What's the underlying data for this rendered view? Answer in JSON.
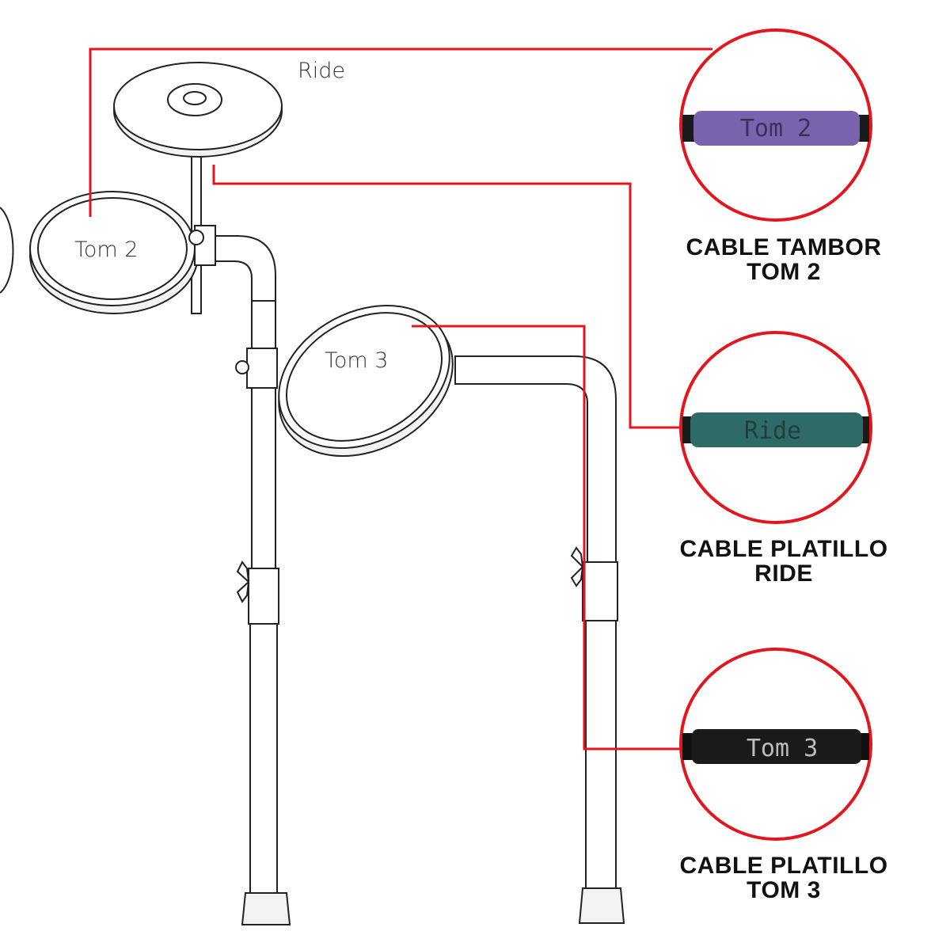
{
  "diagram": {
    "parts": {
      "ride": "Ride",
      "tom2": "Tom 2",
      "tom3": "Tom 3"
    },
    "callouts": [
      {
        "id": "tom2",
        "cable_text": "Tom 2",
        "sleeve_color": "#7a63ad",
        "text_color": "#3a2f5e",
        "caption_line1": "CABLE TAMBOR",
        "caption_line2": "TOM 2"
      },
      {
        "id": "ride",
        "cable_text": "Ride",
        "sleeve_color": "#2f6b66",
        "text_color": "#1f3f3c",
        "caption_line1": "CABLE PLATILLO",
        "caption_line2": "RIDE"
      },
      {
        "id": "tom3",
        "cable_text": "Tom 3",
        "sleeve_color": "#1a1a1a",
        "text_color": "#bdbdbd",
        "caption_line1": "CABLE PLATILLO",
        "caption_line2": "TOM 3"
      }
    ],
    "colors": {
      "callout_line": "#e3161d",
      "drawing_stroke": "#222222"
    }
  }
}
